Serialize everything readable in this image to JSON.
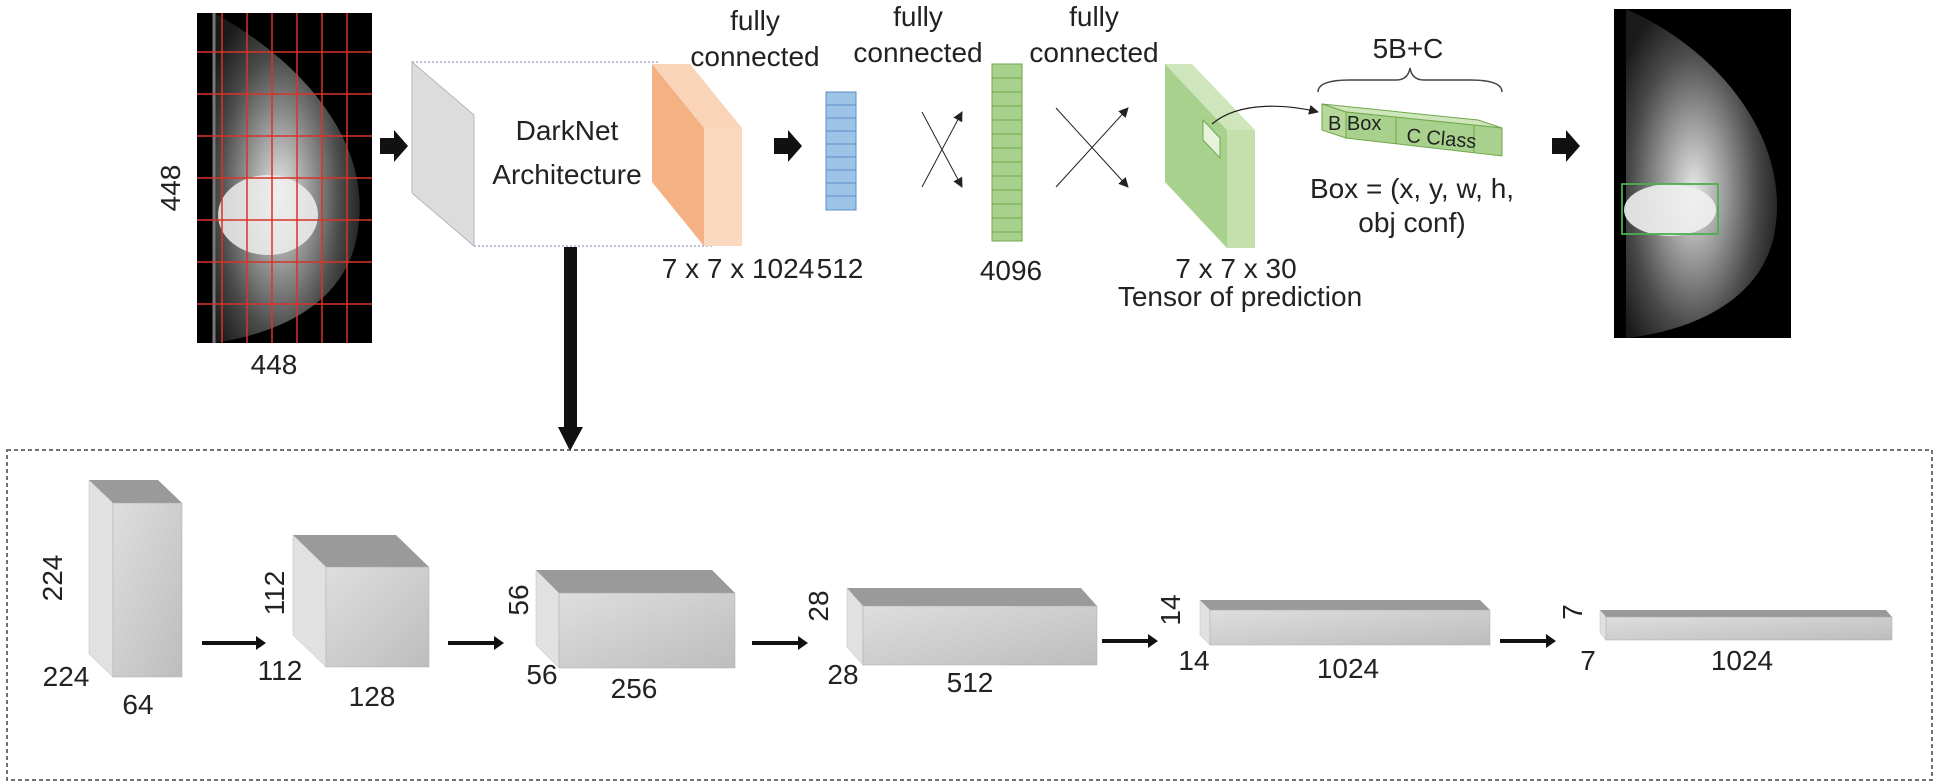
{
  "top": {
    "input_height_label": "448",
    "input_width_label": "448",
    "darknet_line1": "DarkNet",
    "darknet_line2": "Architecture",
    "fc1_line1": "fully",
    "fc1_line2": "connected",
    "fc2_line1": "fully",
    "fc2_line2": "connected",
    "fc3_line1": "fully",
    "fc3_line2": "connected",
    "feature_map_label": "7 x 7 x 1024",
    "fc512_label": "512",
    "fc4096_label": "4096",
    "tensor_dims_label": "7 x 7 x 30",
    "tensor_caption": "Tensor of prediction",
    "vector_size_label": "5B+C",
    "bbox_label": "B Box",
    "class_label": "C Class",
    "box_formula_line1": "Box = (x, y, w, h,",
    "box_formula_line2": "obj conf)"
  },
  "bottom": {
    "blocks": [
      {
        "height": "224",
        "width": "224",
        "depth": "64"
      },
      {
        "height": "112",
        "width": "112",
        "depth": "128"
      },
      {
        "height": "56",
        "width": "56",
        "depth": "256"
      },
      {
        "height": "28",
        "width": "28",
        "depth": "512"
      },
      {
        "height": "14",
        "width": "14",
        "depth": "1024"
      },
      {
        "height": "7",
        "width": "7",
        "depth": "1024"
      }
    ]
  },
  "colors": {
    "feature_map": "#f4b183",
    "fc512": "#9dc3e6",
    "fc4096": "#a9d18e",
    "tensor": "#a9d18e",
    "grid": "#d9332b",
    "detection_box": "#4caf50"
  },
  "icons": {
    "flow_arrow": "block-arrow-right",
    "down_arrow": "thick-arrow-down",
    "fc_cross": "crossed-arrows"
  }
}
